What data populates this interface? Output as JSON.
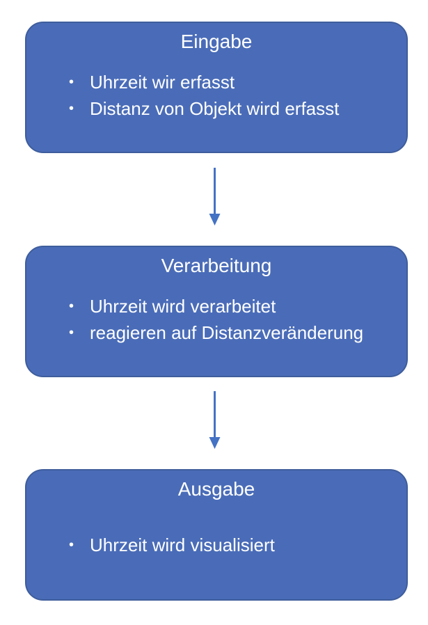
{
  "diagram": {
    "type": "flowchart",
    "direction": "top-down",
    "colors": {
      "background": "#ffffff",
      "box_fill": "#4a6cb8",
      "box_border": "#3e5d9c",
      "arrow": "#4472c4",
      "text": "#ffffff"
    },
    "bullet_char": "•",
    "nodes": [
      {
        "title": "Eingabe",
        "bullets": [
          "Uhrzeit wir erfasst",
          "Distanz von Objekt wird erfasst"
        ]
      },
      {
        "title": "Verarbeitung",
        "bullets": [
          "Uhrzeit wird verarbeitet",
          "reagieren auf Distanzveränderung"
        ]
      },
      {
        "title": "Ausgabe",
        "bullets": [
          "Uhrzeit wird visualisiert"
        ]
      }
    ],
    "connections": [
      {
        "from": "Eingabe",
        "to": "Verarbeitung"
      },
      {
        "from": "Verarbeitung",
        "to": "Ausgabe"
      }
    ]
  }
}
